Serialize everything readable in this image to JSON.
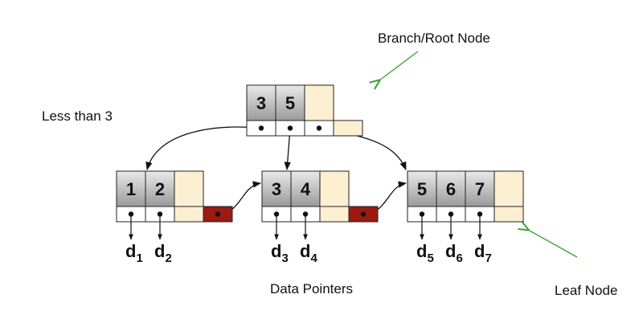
{
  "labels": {
    "branch_root": "Branch/Root Node",
    "less_than": "Less than 3",
    "data_pointers": "Data Pointers",
    "leaf": "Leaf Node"
  },
  "nodes": {
    "root": {
      "keys": [
        "3",
        "5"
      ]
    },
    "leaf1": {
      "keys": [
        "1",
        "2"
      ],
      "pointers": [
        {
          "d": "d",
          "sub": "1"
        },
        {
          "d": "d",
          "sub": "2"
        }
      ]
    },
    "leaf2": {
      "keys": [
        "3",
        "4"
      ],
      "pointers": [
        {
          "d": "d",
          "sub": "3"
        },
        {
          "d": "d",
          "sub": "4"
        }
      ]
    },
    "leaf3": {
      "keys": [
        "5",
        "6",
        "7"
      ],
      "pointers": [
        {
          "d": "d",
          "sub": "5"
        },
        {
          "d": "d",
          "sub": "6"
        },
        {
          "d": "d",
          "sub": "7"
        }
      ]
    }
  },
  "colors": {
    "key_cell_top": "#e9e9e9",
    "key_cell_bottom": "#9a9a9a",
    "empty_cell": "#fcefd2",
    "sibling_pointer_cell": "#9b1b12",
    "annotation_arrow": "#3aa63a",
    "outline": "#222222"
  }
}
